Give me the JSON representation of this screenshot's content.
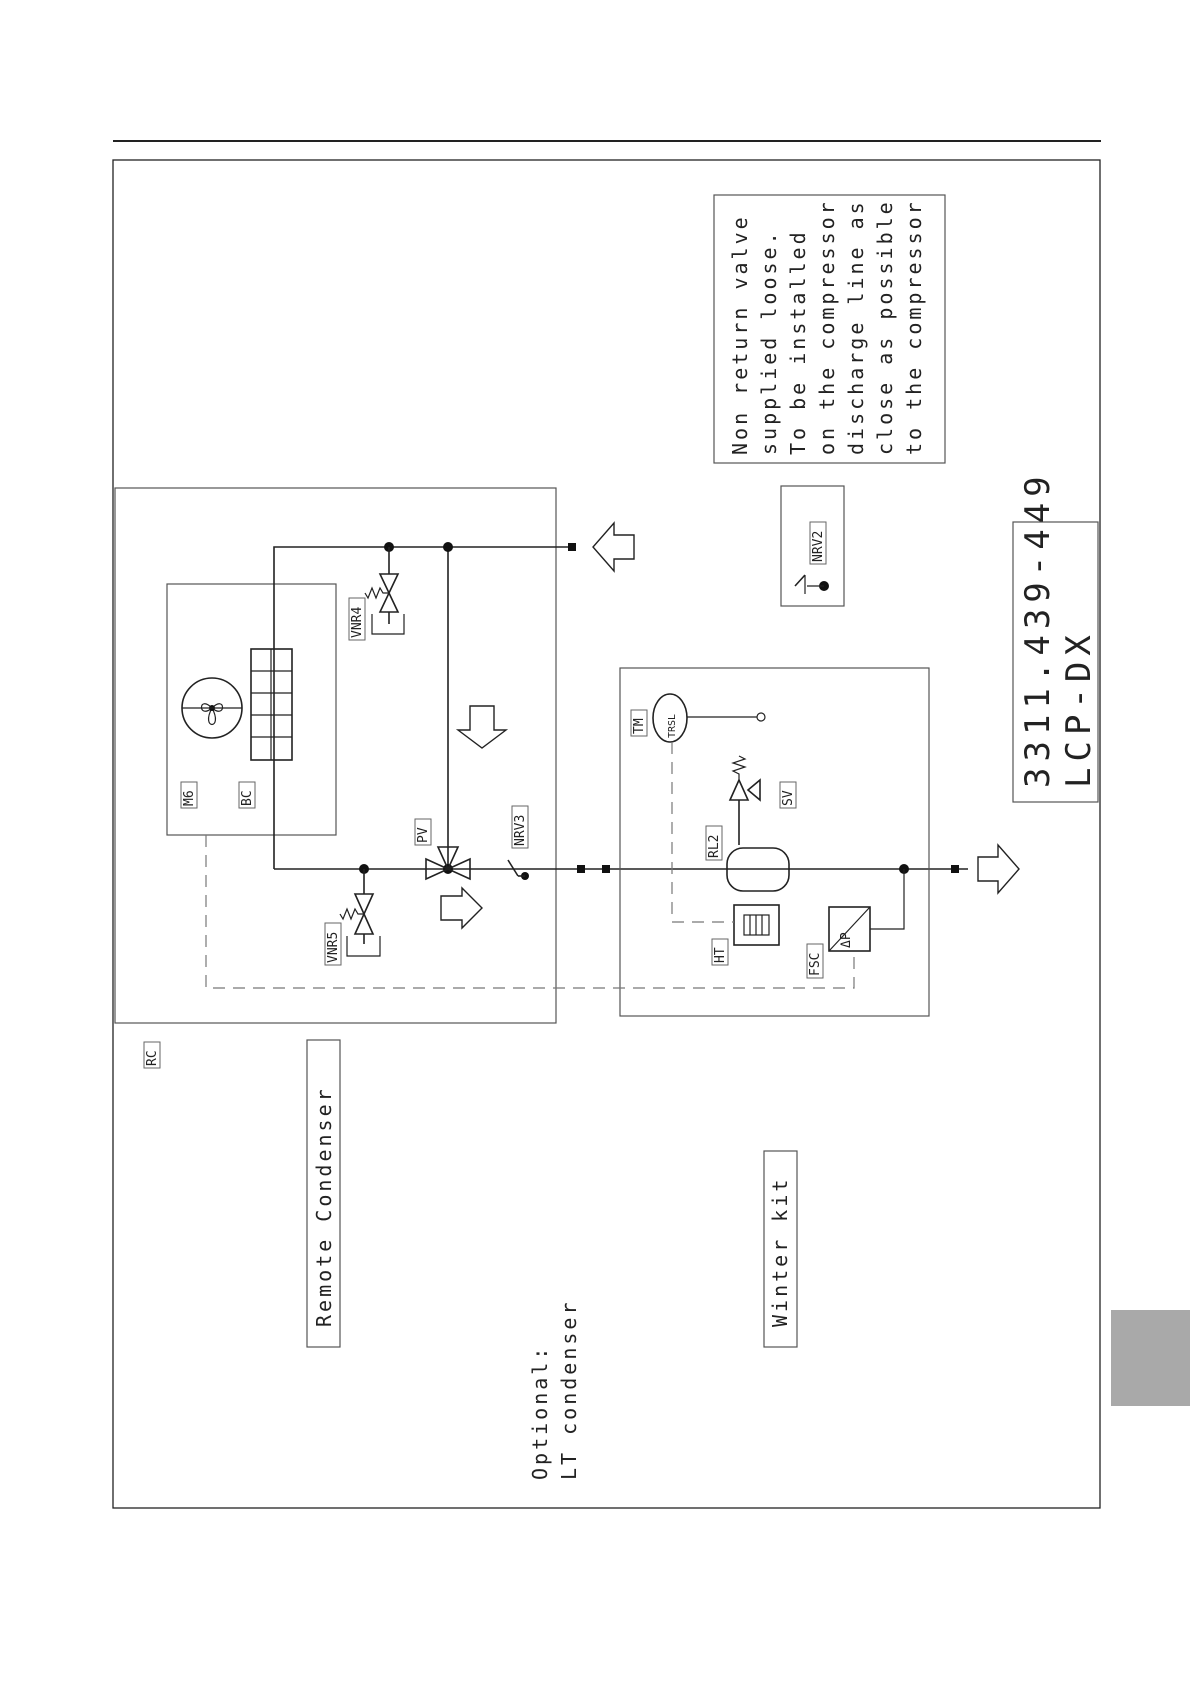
{
  "labels": {
    "rc": "RC",
    "m6": "M6",
    "bc": "BC",
    "vnr4": "VNR4",
    "vnr5": "VNR5",
    "pv": "PV",
    "nrv3": "NRV3",
    "nrv2": "NRV2",
    "tm": "TM",
    "trsl": "TRSL",
    "sv": "SV",
    "rl2": "RL2",
    "ht": "HT",
    "fsc": "FSC",
    "dp": "ΔP"
  },
  "titles": {
    "remote_condenser": "Remote Condenser",
    "winter_kit": "Winter kit",
    "optional_line1": "Optional:",
    "optional_line2": "LT condenser"
  },
  "note": {
    "line1": "Non return valve",
    "line2": "supplied loose.",
    "line3": "To be installed",
    "line4": "on the compressor",
    "line5": "discharge line as",
    "line6": "close as possible",
    "line7": "to the compressor"
  },
  "drawing_id": {
    "line1": "3311.439-449",
    "line2": "LCP-DX"
  },
  "colors": {
    "side_tab": "#a9a9a9"
  }
}
